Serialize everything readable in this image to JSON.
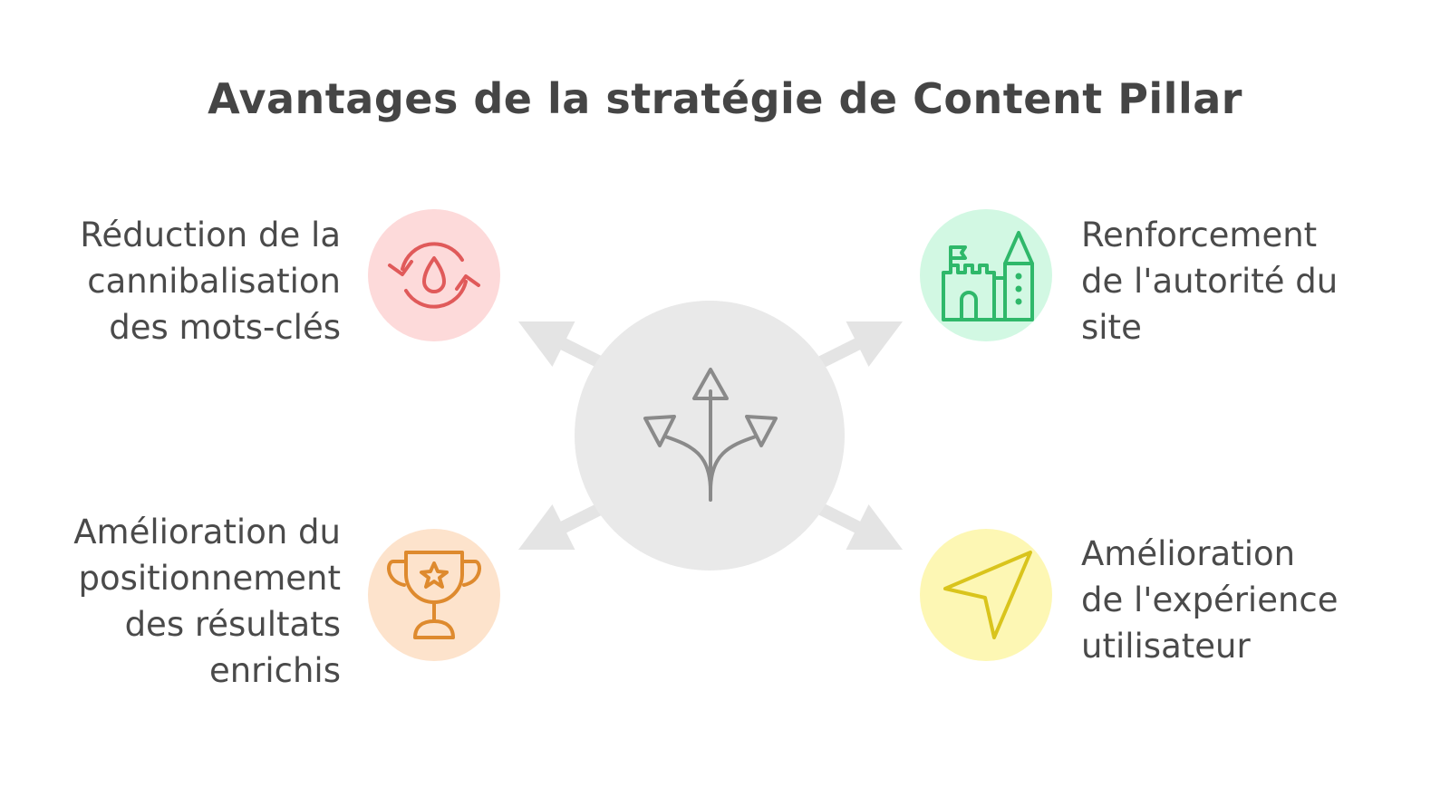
{
  "title": "Avantages de la stratégie de Content Pillar",
  "center": {
    "icon": "diverging-arrows-icon",
    "color": "#e9e9e9"
  },
  "benefits": [
    {
      "label": "Réduction de la\ncannibalisation\ndes mots-clés",
      "icon": "cycle-drop-icon",
      "bg": "#fddada",
      "stroke": "#e05a5a"
    },
    {
      "label": "Renforcement\nde l'autorité du\nsite",
      "icon": "castle-icon",
      "bg": "#d2f8e3",
      "stroke": "#2fb86a"
    },
    {
      "label": "Amélioration du\npositionnement\ndes résultats\nenrichis",
      "icon": "trophy-icon",
      "bg": "#fde3cc",
      "stroke": "#de8a2e"
    },
    {
      "label": "Amélioration\nde l'expérience\nutilisateur",
      "icon": "navigation-arrow-icon",
      "bg": "#fdf7b4",
      "stroke": "#d9c41c"
    }
  ]
}
